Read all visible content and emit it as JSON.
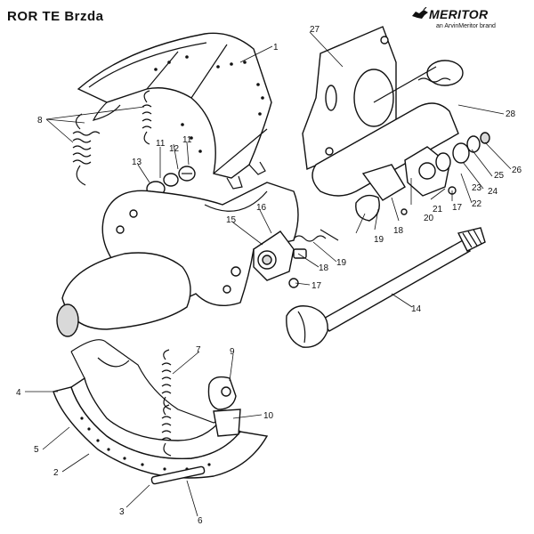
{
  "header": {
    "title": "ROR TE  Brzda",
    "brand": {
      "name": "MERITOR",
      "tagline": "an ArvinMeritor brand"
    }
  },
  "callouts": [
    {
      "id": "p1",
      "text": "1"
    },
    {
      "id": "p2",
      "text": "2"
    },
    {
      "id": "p3",
      "text": "3"
    },
    {
      "id": "p4",
      "text": "4"
    },
    {
      "id": "p5",
      "text": "5"
    },
    {
      "id": "p6",
      "text": "6"
    },
    {
      "id": "p7",
      "text": "7"
    },
    {
      "id": "p8",
      "text": "8"
    },
    {
      "id": "p9",
      "text": "9"
    },
    {
      "id": "p10",
      "text": "10"
    },
    {
      "id": "p11a",
      "text": "11"
    },
    {
      "id": "p11b",
      "text": "11"
    },
    {
      "id": "p12",
      "text": "12"
    },
    {
      "id": "p13",
      "text": "13"
    },
    {
      "id": "p14",
      "text": "14"
    },
    {
      "id": "p15",
      "text": "15"
    },
    {
      "id": "p16",
      "text": "16"
    },
    {
      "id": "p17a",
      "text": "17"
    },
    {
      "id": "p17b",
      "text": "17"
    },
    {
      "id": "p18a",
      "text": "18"
    },
    {
      "id": "p18b",
      "text": "18"
    },
    {
      "id": "p19a",
      "text": "19"
    },
    {
      "id": "p19b",
      "text": "19"
    },
    {
      "id": "p20",
      "text": "20"
    },
    {
      "id": "p21",
      "text": "21"
    },
    {
      "id": "p22",
      "text": "22"
    },
    {
      "id": "p23",
      "text": "23"
    },
    {
      "id": "p24",
      "text": "24"
    },
    {
      "id": "p25",
      "text": "25"
    },
    {
      "id": "p26",
      "text": "26"
    },
    {
      "id": "p27",
      "text": "27"
    },
    {
      "id": "p28",
      "text": "28"
    }
  ]
}
